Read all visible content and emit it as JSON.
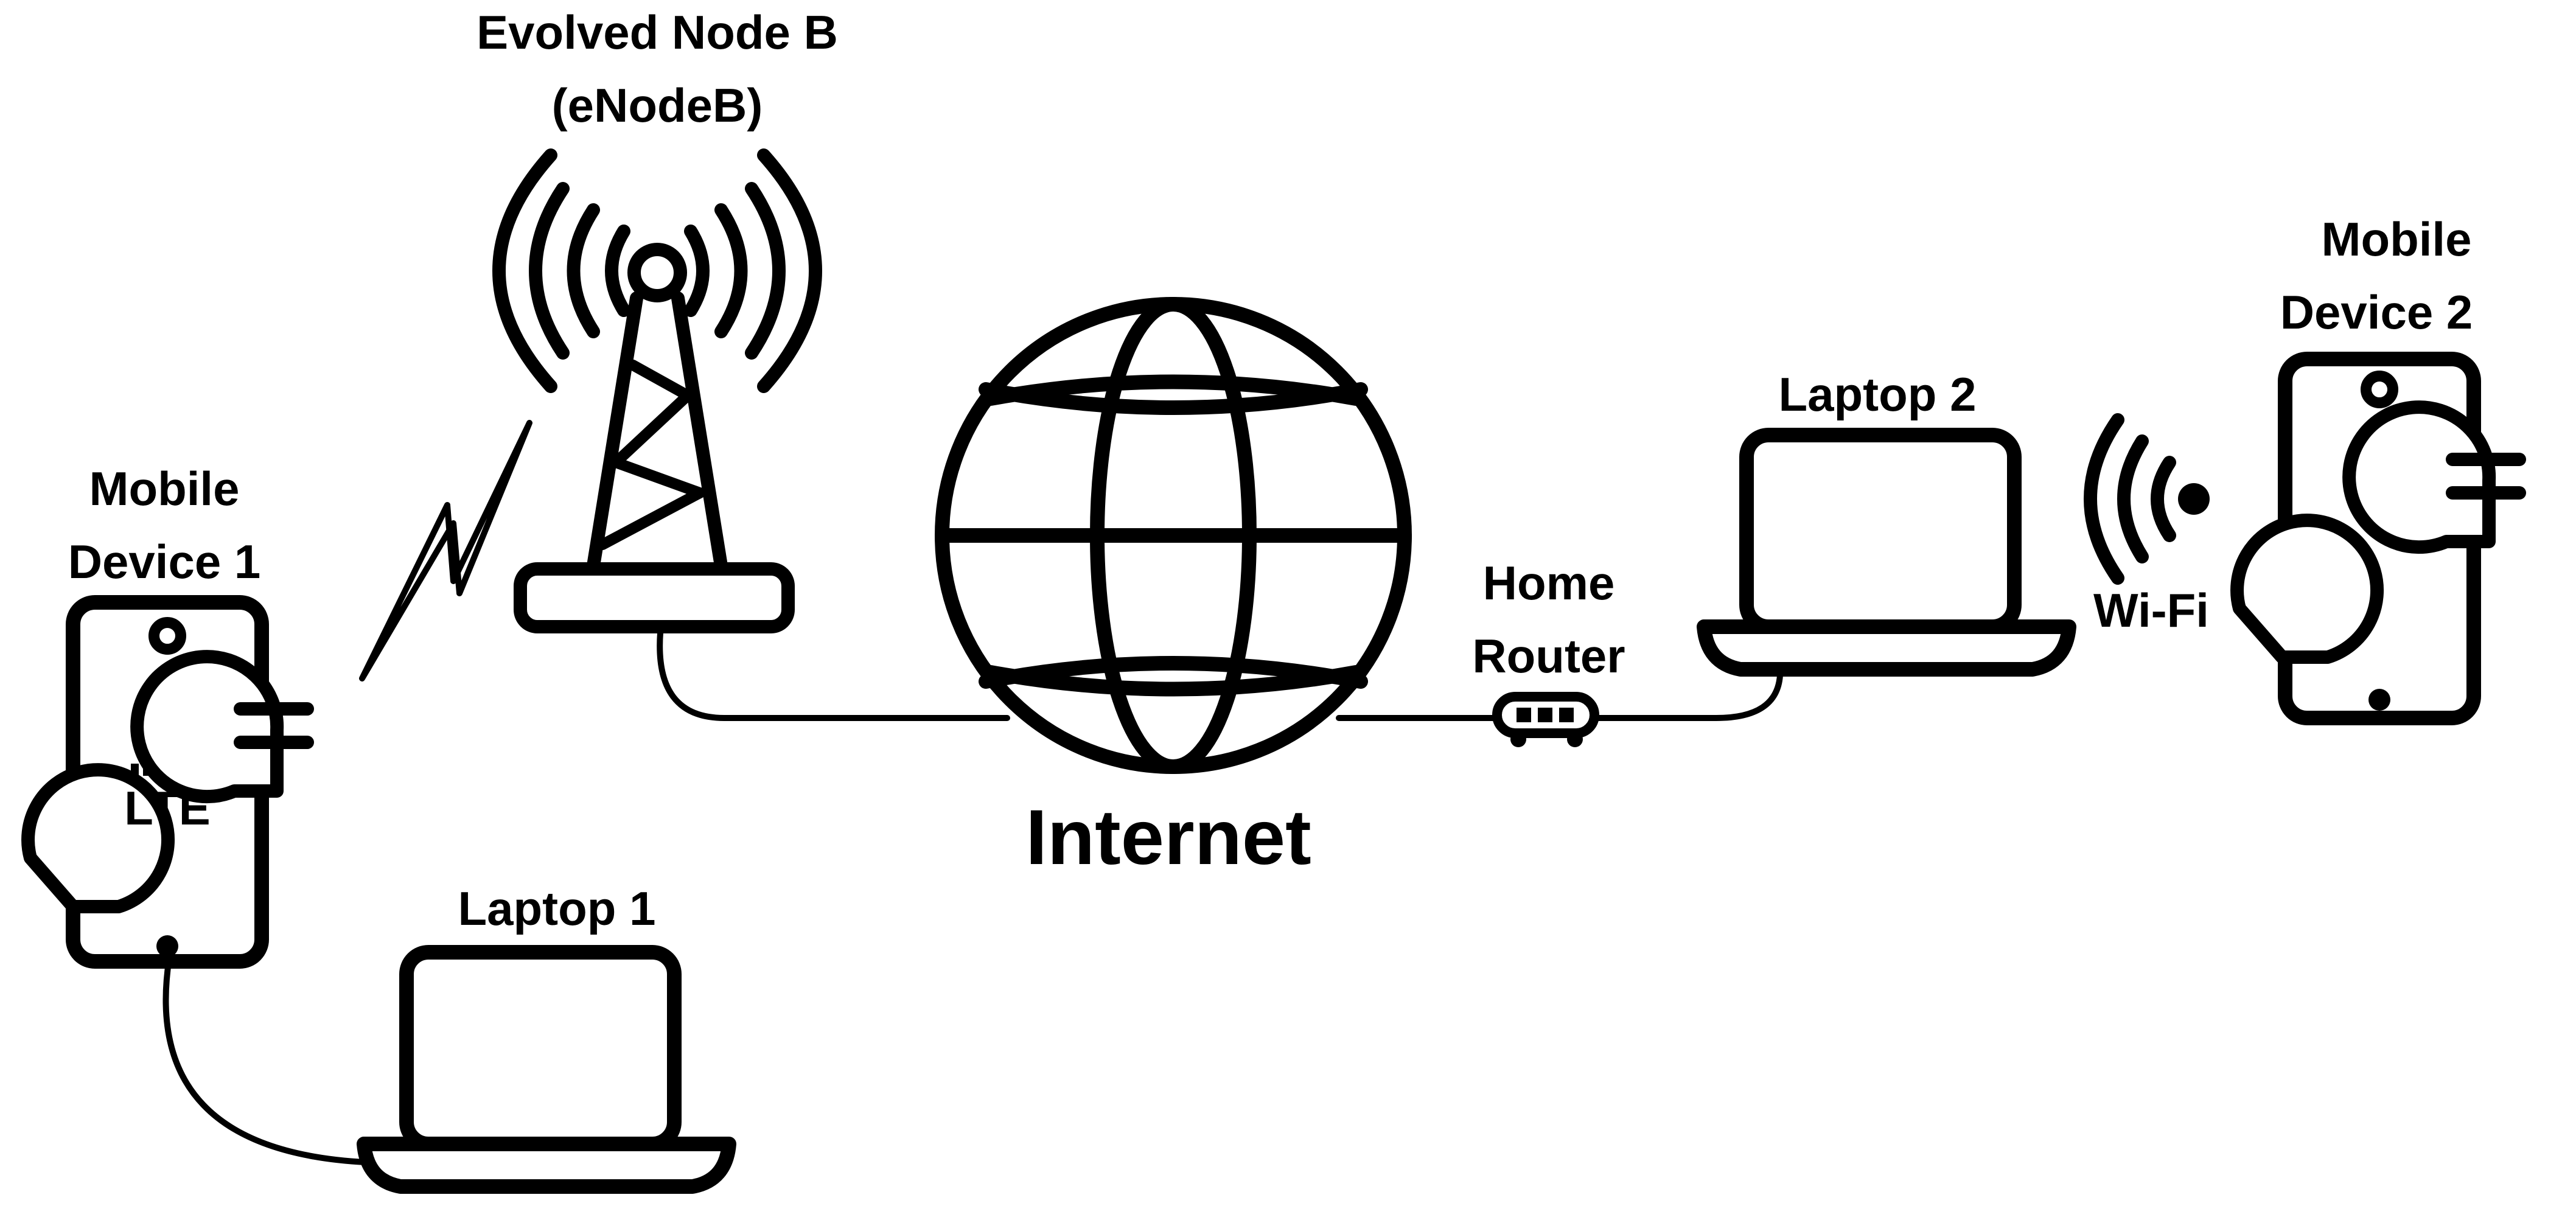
{
  "labels": {
    "enodeb_line1": "Evolved Node B",
    "enodeb_line2": "(eNodeB)",
    "mobile1_line1": "Mobile",
    "mobile1_line2": "Device 1",
    "mobile2_line1": "Mobile",
    "mobile2_line2": "Device 2",
    "laptop1": "Laptop 1",
    "laptop2": "Laptop 2",
    "router_line1": "Home",
    "router_line2": "Router",
    "internet": "Internet",
    "lte": "LTE",
    "wifi": "Wi-Fi"
  },
  "icons": [
    "cell-tower-icon",
    "globe-icon",
    "mobile-phone-icon",
    "laptop-icon",
    "router-icon",
    "wifi-icon",
    "chat-bubble-icon",
    "signal-bars-icon",
    "lightning-bolt-icon"
  ],
  "colors": {
    "stroke": "#000000",
    "background": "#ffffff"
  }
}
